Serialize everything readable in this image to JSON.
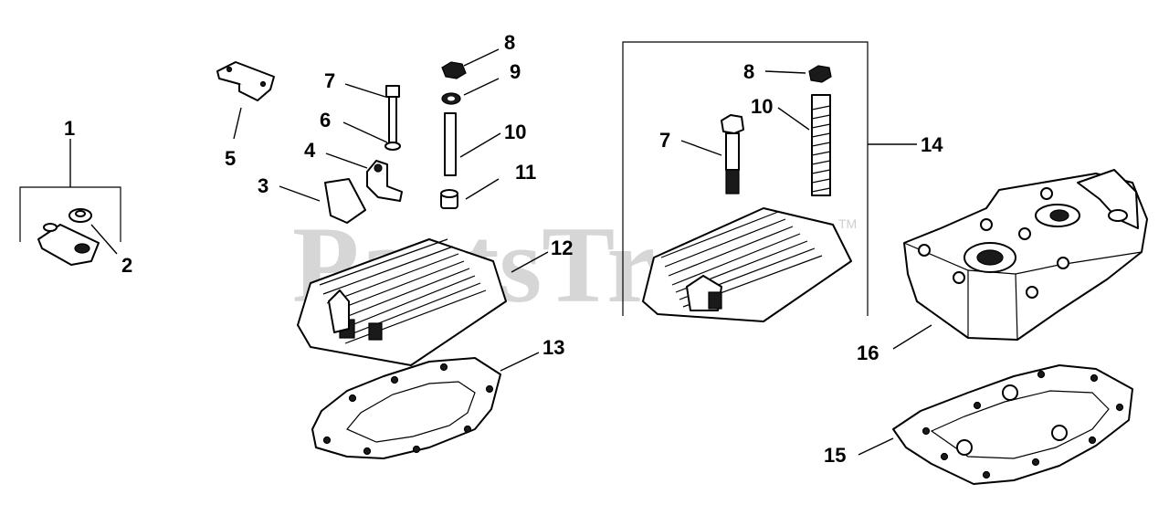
{
  "watermark": {
    "text": "PartsTree",
    "trademark": "TM"
  },
  "callouts": {
    "c1": "1",
    "c2": "2",
    "c3": "3",
    "c4": "4",
    "c5": "5",
    "c6": "6",
    "c7": "7",
    "c8": "8",
    "c9": "9",
    "c10": "10",
    "c11": "11",
    "c12": "12",
    "c13": "13",
    "c14": "14",
    "c15": "15",
    "c16": "16",
    "c7b": "7",
    "c8b": "8",
    "c10b": "10"
  },
  "colors": {
    "line": "#000000",
    "watermark": "#d6d6d6",
    "background": "#ffffff"
  }
}
